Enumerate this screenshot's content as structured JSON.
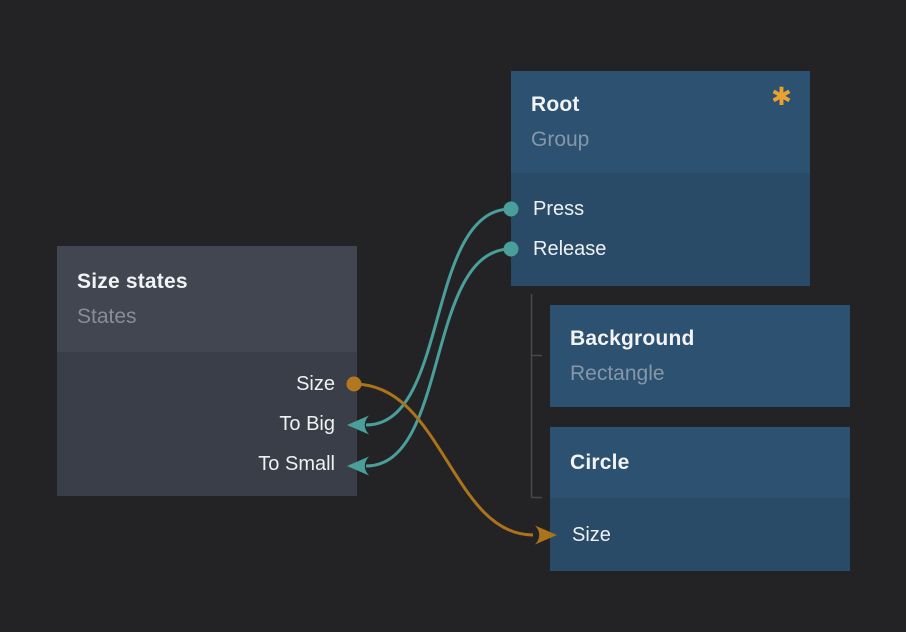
{
  "canvas": {
    "background_color": "#232326",
    "tree_line_color": "#47494c"
  },
  "palette": {
    "node_blue_header": "#2d5170",
    "node_blue_body": "#294b67",
    "node_gray_header": "#424650",
    "node_gray_body": "#3a3e48",
    "title_text": "#f1f3f5",
    "subtitle_blue_text": "#8597a9",
    "subtitle_gray_text": "#878d98",
    "wire_teal": "#4a9f9a",
    "wire_orange": "#aa731c",
    "port_dot_orange": "#b2781f",
    "badge_orange": "#e9a12f"
  },
  "nodes": [
    {
      "id": "size-states",
      "title": "Size states",
      "subtitle": "States",
      "variant": "gray",
      "ports": [
        {
          "name": "Size",
          "side": "right",
          "kind": "output",
          "color": "#b2781f"
        },
        {
          "name": "To Big",
          "side": "right",
          "kind": "input",
          "color": "#4a9f9a"
        },
        {
          "name": "To Small",
          "side": "right",
          "kind": "input",
          "color": "#4a9f9a"
        }
      ]
    },
    {
      "id": "root",
      "title": "Root",
      "subtitle": "Group",
      "variant": "blue",
      "badge_glyph": "✱",
      "ports": [
        {
          "name": "Press",
          "side": "left",
          "kind": "output",
          "color": "#4a9f9a"
        },
        {
          "name": "Release",
          "side": "left",
          "kind": "output",
          "color": "#4a9f9a"
        }
      ]
    },
    {
      "id": "background",
      "title": "Background",
      "subtitle": "Rectangle",
      "variant": "blue",
      "ports": []
    },
    {
      "id": "circle",
      "title": "Circle",
      "subtitle": "",
      "variant": "blue",
      "ports": [
        {
          "name": "Size",
          "side": "left",
          "kind": "input",
          "color": "#aa731c"
        }
      ]
    }
  ],
  "connections": [
    {
      "from": "Root.Press",
      "to": "Size states.To Big",
      "color": "#4a9f9a"
    },
    {
      "from": "Root.Release",
      "to": "Size states.To Small",
      "color": "#4a9f9a"
    },
    {
      "from": "Size states.Size",
      "to": "Circle.Size",
      "color": "#aa731c"
    }
  ],
  "hierarchy": {
    "parent": "Root",
    "children": [
      "Background",
      "Circle"
    ]
  }
}
